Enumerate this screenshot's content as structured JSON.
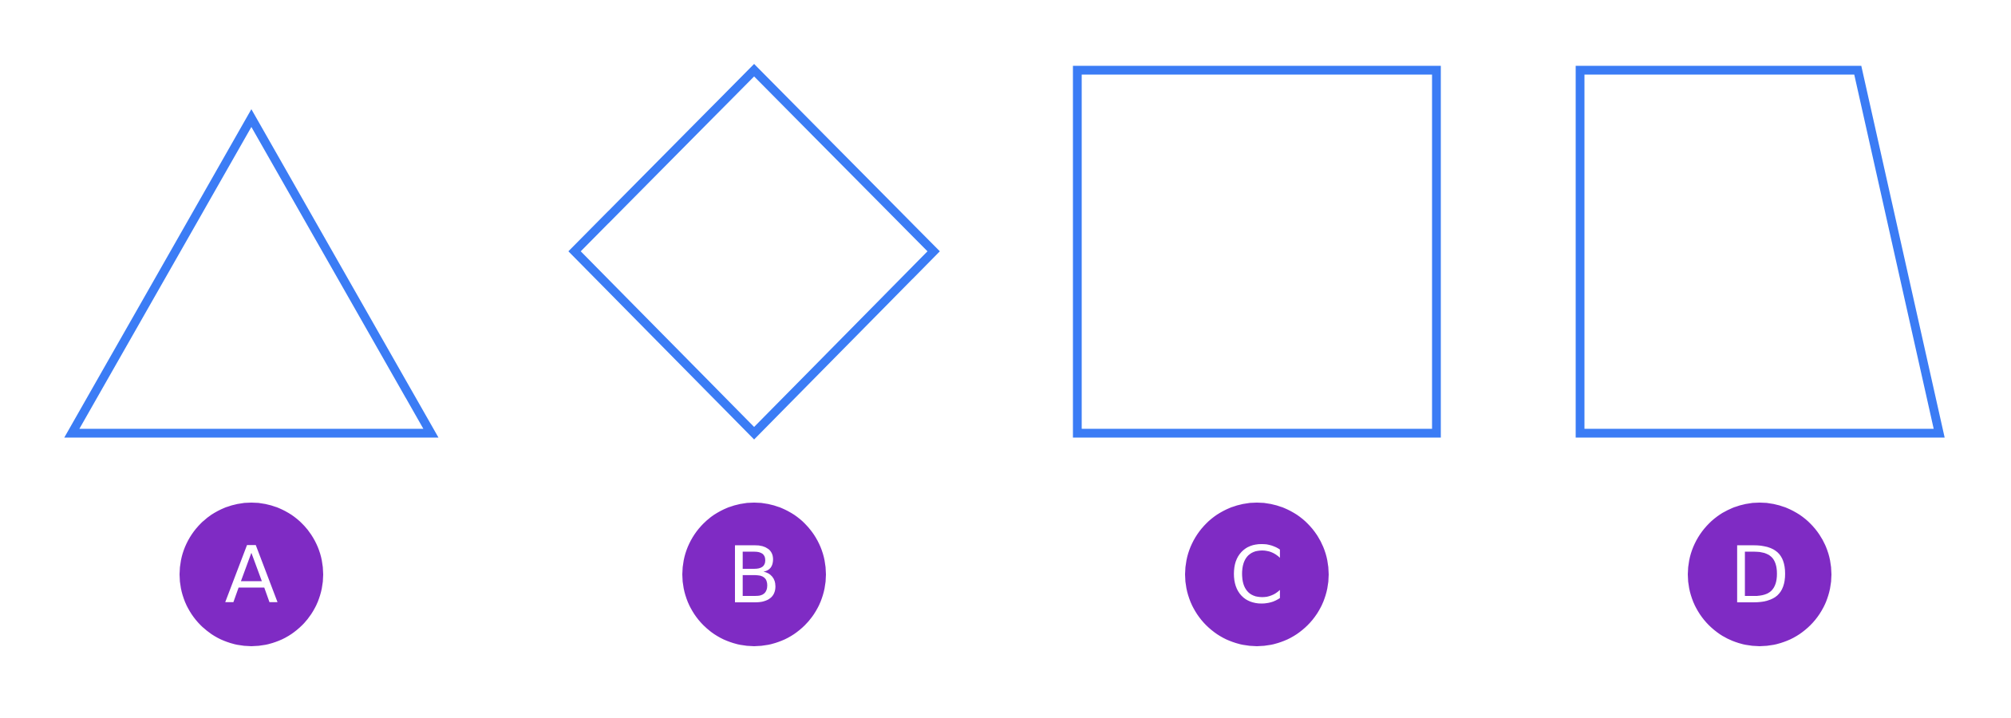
{
  "colors": {
    "shape_stroke": "#3b7cf5",
    "badge_fill": "#7f2bc4",
    "badge_text": "#ffffff",
    "background": "#ffffff"
  },
  "options": [
    {
      "label": "A",
      "shape": "triangle"
    },
    {
      "label": "B",
      "shape": "rhombus"
    },
    {
      "label": "C",
      "shape": "square"
    },
    {
      "label": "D",
      "shape": "trapezoid"
    }
  ]
}
